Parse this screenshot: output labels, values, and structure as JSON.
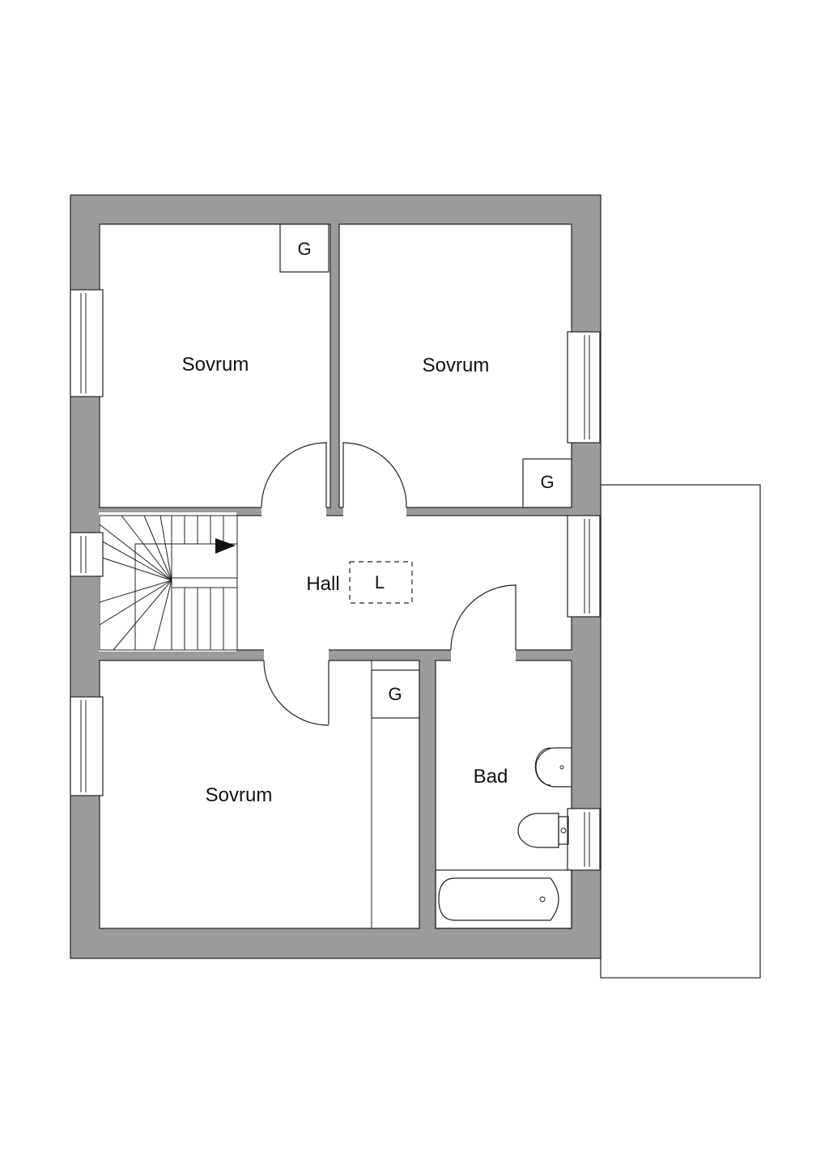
{
  "rooms": {
    "bedroom_top_left": "Sovrum",
    "bedroom_top_right": "Sovrum",
    "bedroom_bottom": "Sovrum",
    "hall": "Hall",
    "bath": "Bad"
  },
  "markers": {
    "closet": "G",
    "attic_hatch": "L"
  },
  "colors": {
    "wall": "#9b9b9b",
    "outline": "#222222",
    "background": "#ffffff"
  }
}
